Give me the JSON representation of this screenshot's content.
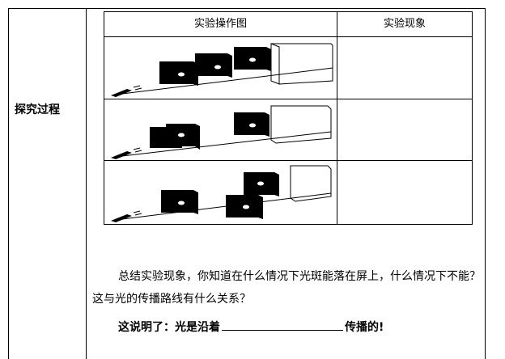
{
  "section_label": "探究过程",
  "table": {
    "col1_header": "实验操作图",
    "col2_header": "实验现象"
  },
  "summary": {
    "question": "总结实验现象，你知道在什么情况下光斑能落在屏上，什么情况下不能？这与光的传播路线有什么关系？",
    "conclusion_prefix": "这说明了：光是沿着",
    "conclusion_suffix": "传播的!"
  }
}
